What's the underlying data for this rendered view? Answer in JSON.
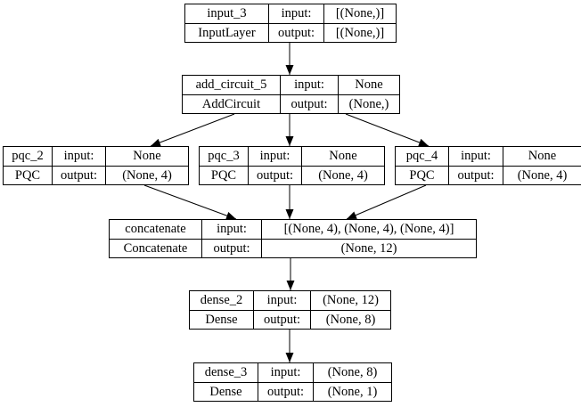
{
  "diagram": {
    "kind": "keras-model-graph",
    "colors": {
      "background": "#ffffff",
      "node_border": "#000000",
      "edge": "#000000",
      "text": "#000000"
    },
    "nodes": [
      {
        "name": "input_3",
        "type": "InputLayer",
        "input_label": "input:",
        "output_label": "output:",
        "input_shape": "[(None,)]",
        "output_shape": "[(None,)]"
      },
      {
        "name": "add_circuit_5",
        "type": "AddCircuit",
        "input_label": "input:",
        "output_label": "output:",
        "input_shape": "None",
        "output_shape": "(None,)"
      },
      {
        "name": "pqc_2",
        "type": "PQC",
        "input_label": "input:",
        "output_label": "output:",
        "input_shape": "None",
        "output_shape": "(None, 4)"
      },
      {
        "name": "pqc_3",
        "type": "PQC",
        "input_label": "input:",
        "output_label": "output:",
        "input_shape": "None",
        "output_shape": "(None, 4)"
      },
      {
        "name": "pqc_4",
        "type": "PQC",
        "input_label": "input:",
        "output_label": "output:",
        "input_shape": "None",
        "output_shape": "(None, 4)"
      },
      {
        "name": "concatenate",
        "type": "Concatenate",
        "input_label": "input:",
        "output_label": "output:",
        "input_shape": "[(None, 4), (None, 4), (None, 4)]",
        "output_shape": "(None, 12)"
      },
      {
        "name": "dense_2",
        "type": "Dense",
        "input_label": "input:",
        "output_label": "output:",
        "input_shape": "(None, 12)",
        "output_shape": "(None, 8)"
      },
      {
        "name": "dense_3",
        "type": "Dense",
        "input_label": "input:",
        "output_label": "output:",
        "input_shape": "(None, 8)",
        "output_shape": "(None, 1)"
      }
    ],
    "edges": [
      {
        "from": "input_3",
        "to": "add_circuit_5"
      },
      {
        "from": "add_circuit_5",
        "to": "pqc_2"
      },
      {
        "from": "add_circuit_5",
        "to": "pqc_3"
      },
      {
        "from": "add_circuit_5",
        "to": "pqc_4"
      },
      {
        "from": "pqc_2",
        "to": "concatenate"
      },
      {
        "from": "pqc_3",
        "to": "concatenate"
      },
      {
        "from": "pqc_4",
        "to": "concatenate"
      },
      {
        "from": "concatenate",
        "to": "dense_2"
      },
      {
        "from": "dense_2",
        "to": "dense_3"
      }
    ]
  }
}
